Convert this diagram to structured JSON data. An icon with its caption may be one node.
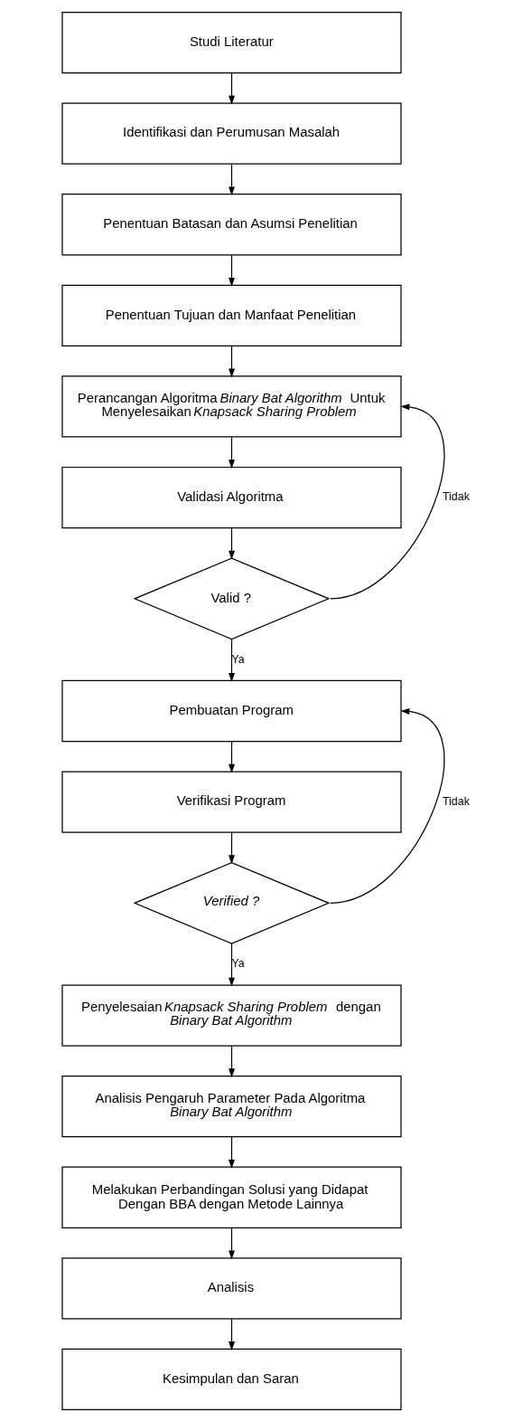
{
  "diagram": {
    "nodes": [
      {
        "text": [
          "Studi Literatur"
        ]
      },
      {
        "text": [
          "Identifikasi dan Perumusan Masalah"
        ]
      },
      {
        "text": [
          "Penentuan Batasan dan Asumsi Penelitian"
        ]
      },
      {
        "text": [
          "Penentuan Tujuan dan Manfaat Penelitian"
        ]
      },
      {
        "text": [
          "Perancangan Algoritma *Binary Bat Algorithm* Untuk Menyelesaikan *Knapsack Sharing Problem*"
        ]
      },
      {
        "text": [
          "Validasi Algoritma"
        ]
      },
      {
        "text": [
          "Valid ?"
        ]
      },
      {
        "text": [
          "Pembuatan Program"
        ]
      },
      {
        "text": [
          "Verifikasi Program"
        ]
      },
      {
        "text": [
          "*Verified ?*"
        ]
      },
      {
        "text": [
          "Penyelesaian *Knapsack Sharing Problem* dengan *Binary Bat Algorithm*"
        ]
      },
      {
        "text": [
          "Analisis Pengaruh Parameter Pada Algoritma *Binary Bat Algorithm*"
        ]
      },
      {
        "text": [
          "Melakukan Perbandingan Solusi yang Didapat Dengan BBA dengan Metode Lainnya"
        ]
      },
      {
        "text": [
          "Analisis"
        ]
      },
      {
        "text": [
          "Kesimpulan dan Saran"
        ]
      }
    ],
    "edges": [
      {
        "from": 0,
        "to": 1,
        "arrow": "to"
      },
      {
        "from": 1,
        "to": 2,
        "arrow": "to"
      },
      {
        "from": 2,
        "to": 3,
        "arrow": "to"
      },
      {
        "from": 3,
        "to": 4,
        "arrow": "to"
      },
      {
        "from": 4,
        "to": 5,
        "arrow": "to"
      },
      {
        "from": 5,
        "to": 6,
        "arrow": "to"
      },
      {
        "from": 6,
        "to": 4,
        "arrow": "to",
        "label": "Tidak"
      },
      {
        "from": 6,
        "to": 7,
        "arrow": "to",
        "label": "Ya"
      },
      {
        "from": 7,
        "to": 8,
        "arrow": "to"
      },
      {
        "from": 8,
        "to": 9,
        "arrow": "to"
      },
      {
        "from": 9,
        "to": 7,
        "arrow": "to",
        "label": "Tidak"
      },
      {
        "from": 9,
        "to": 10,
        "arrow": "to",
        "label": "Ya"
      },
      {
        "from": 10,
        "to": 11,
        "arrow": "to"
      },
      {
        "from": 11,
        "to": 12,
        "arrow": "to"
      },
      {
        "from": 12,
        "to": 13,
        "arrow": "to"
      },
      {
        "from": 13,
        "to": 14,
        "arrow": "to"
      }
    ]
  }
}
